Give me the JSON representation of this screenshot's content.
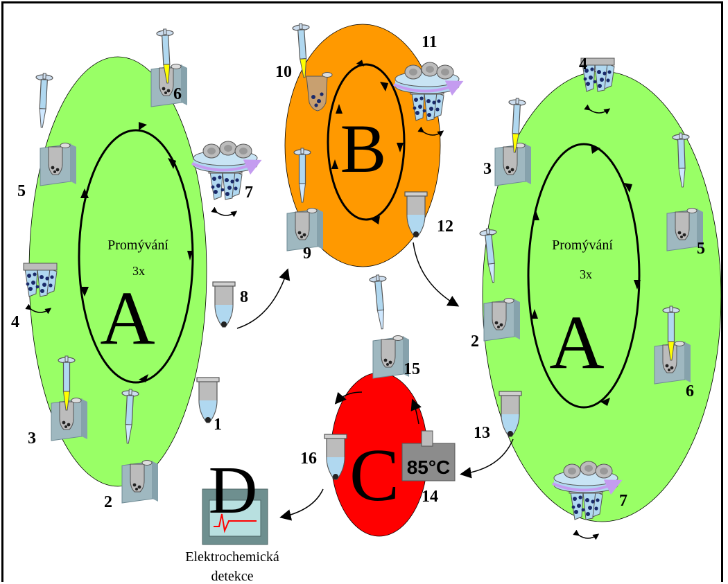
{
  "cycles": {
    "left": {
      "letter": "A",
      "title": "Promývání",
      "repeat": "3x",
      "step_numbers": [
        "1",
        "2",
        "3",
        "4",
        "5",
        "6",
        "7",
        "8"
      ]
    },
    "top": {
      "letter": "B",
      "step_numbers": [
        "9",
        "10",
        "11",
        "12"
      ]
    },
    "right": {
      "letter": "A",
      "title": "Promývání",
      "repeat": "3x",
      "step_numbers": [
        "13",
        "2",
        "3",
        "4",
        "5",
        "6",
        "7"
      ]
    },
    "bottom": {
      "letter": "C",
      "heater_label": "85°C",
      "step_numbers": [
        "14",
        "15",
        "16"
      ]
    }
  },
  "detection": {
    "letter": "D",
    "caption_line1": "Elektrochemická",
    "caption_line2": "detekce"
  },
  "colors": {
    "cycle_a": "#99ff66",
    "cycle_b": "#ff9900",
    "cycle_c": "#ff0000",
    "tube_body": "#bcbcbc",
    "liquid": "#b0d8f0",
    "magnet_stand": "#9fb8c0",
    "rotator_arrow": "#c49cf0",
    "pipette_tip": "#ffff00",
    "detector_screen": "#b8e0e0",
    "signal_trace": "#ff0000"
  },
  "icons": [
    "pipette-icon",
    "tube-icon",
    "magnet-stand-icon",
    "rotator-icon",
    "heater-icon",
    "detector-icon"
  ]
}
